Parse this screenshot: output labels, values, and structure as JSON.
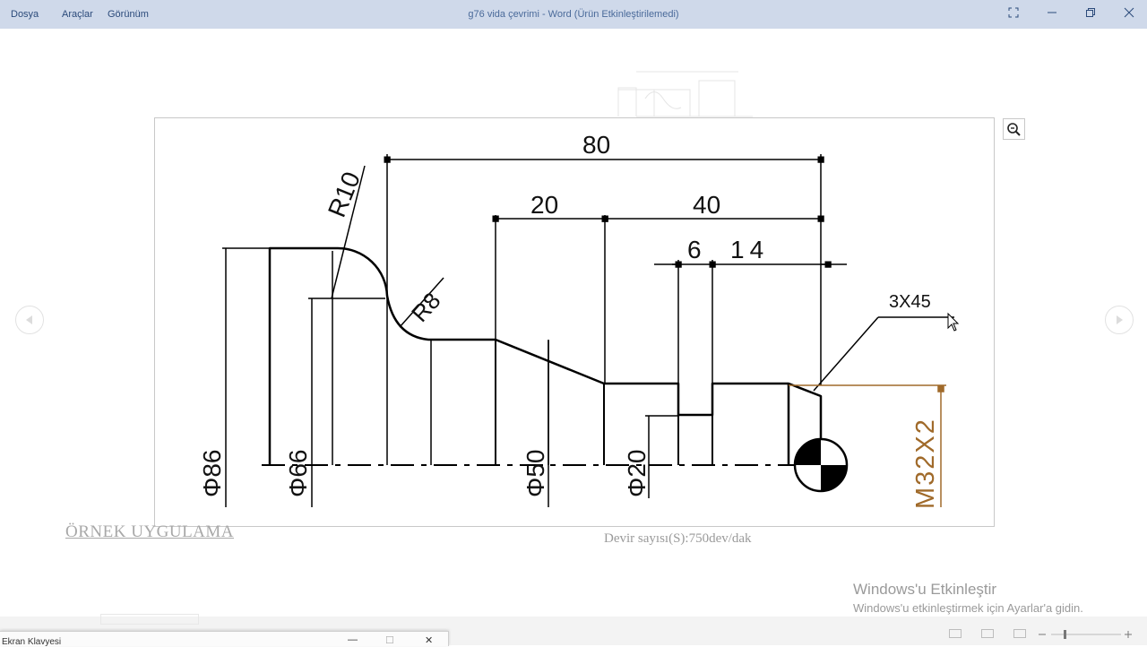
{
  "titlebar": {
    "menu": [
      "Dosya",
      "Araçlar",
      "Görünüm"
    ],
    "title": "g76 vida çevrimi - Word (Ürün Etkinleştirilemedi)"
  },
  "drawing": {
    "dim_80": "80",
    "dim_20": "20",
    "dim_40": "40",
    "dim_6": "6",
    "dim_14": "14",
    "chamfer": "3X45",
    "radius_10": "R10",
    "radius_8": "R8",
    "dia_86": "Φ86",
    "dia_66": "Φ66",
    "dia_50": "Φ50",
    "dia_20": "Φ20",
    "thread": "M32X2"
  },
  "captions": {
    "example": "ÖRNEK UYGULAMA",
    "spindle": "Devir sayısı(S):750dev/dak"
  },
  "watermark": {
    "title": "Windows'u Etkinleştir",
    "subtitle": "Windows'u etkinleştirmek için Ayarlar'a gidin."
  },
  "osk": {
    "title": "Ekran Klavyesi"
  },
  "colors": {
    "titlebar_bg": "#cfd9ea",
    "thread_color": "#a06a2a"
  }
}
